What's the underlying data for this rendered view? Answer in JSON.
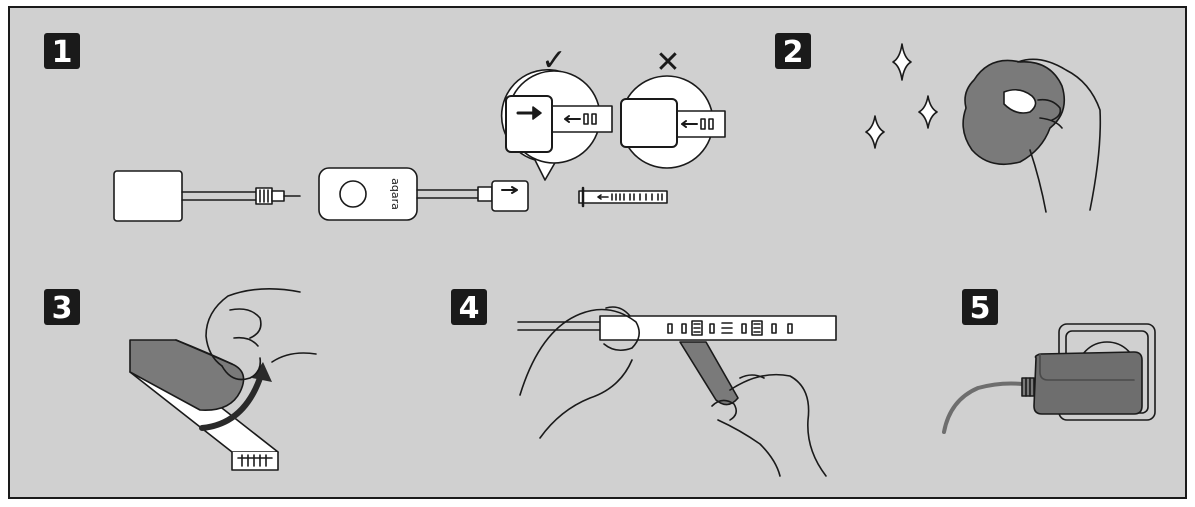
{
  "steps": [
    {
      "number": "1"
    },
    {
      "number": "2"
    },
    {
      "number": "3"
    },
    {
      "number": "4"
    },
    {
      "number": "5"
    }
  ],
  "step1": {
    "ok_mark": "✓",
    "bad_mark": "✕",
    "controller_logo": "aqara"
  },
  "colors": {
    "background": "#d0d0d0",
    "border": "#1a1a1a",
    "badge": "#1a1a1a",
    "adhesive": "#7a7a7a"
  }
}
